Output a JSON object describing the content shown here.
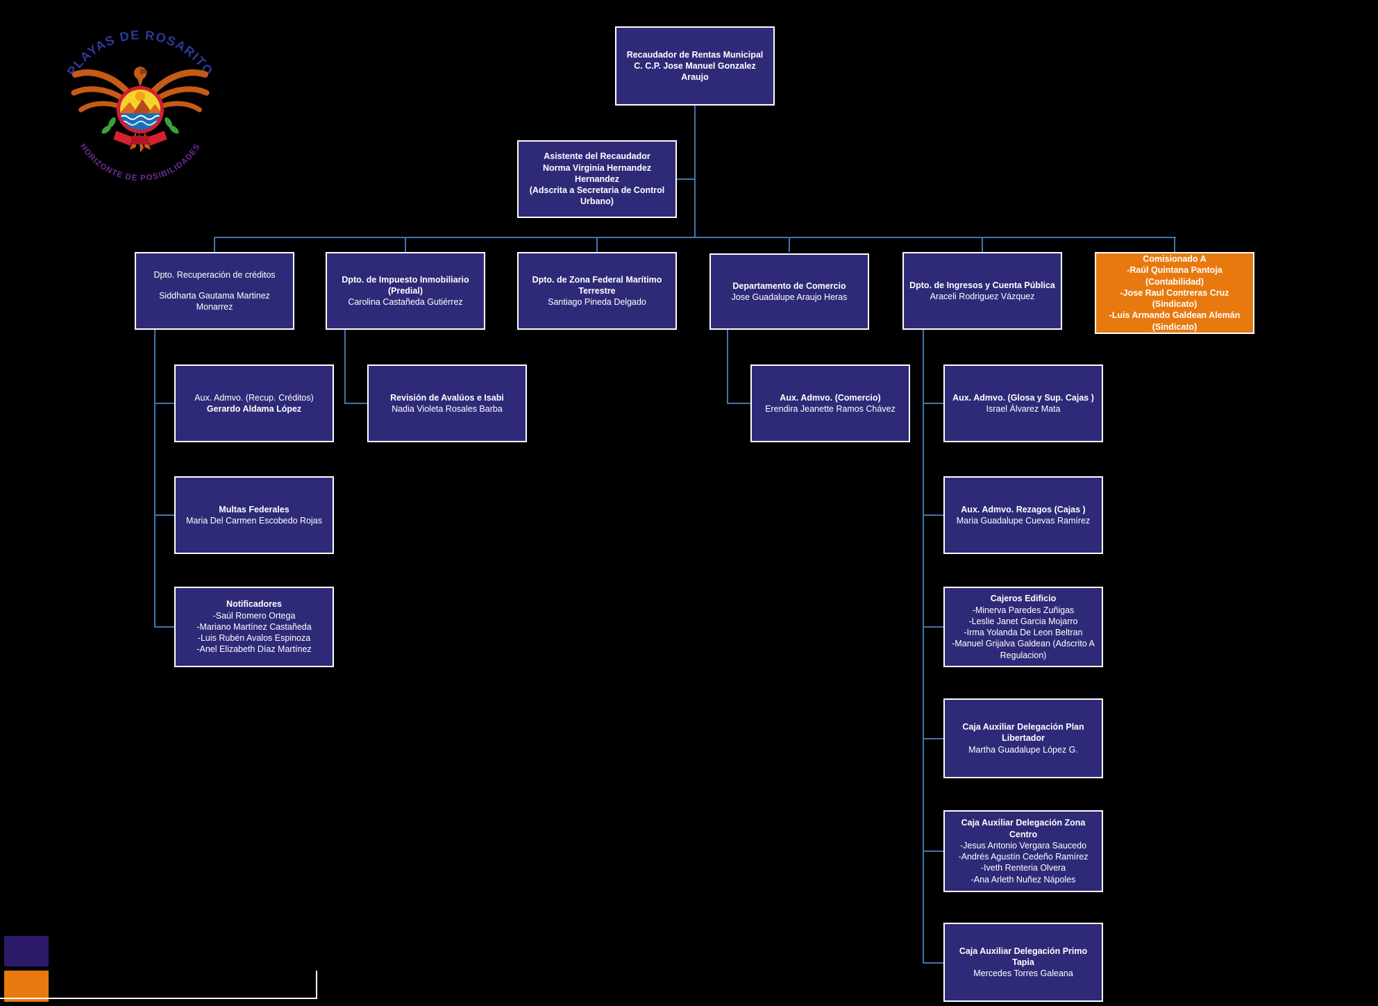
{
  "title": "Organigrama Recaudación de Rentas Municipal",
  "logo": {
    "arc_top": "PLAYAS DE ROSARITO",
    "arc_bottom": "HORIZONTE DE POSIBILIDADES"
  },
  "colors": {
    "background": "#000000",
    "box_fill": "#2e2a78",
    "box_border": "#ffffff",
    "text": "#ffffff",
    "accent_orange": "#e8790f",
    "connector_line": "#3f76ad",
    "legend_navy": "#2d1b69",
    "legend_orange": "#e8790f"
  },
  "nodes": {
    "recaudador": {
      "lines": [
        {
          "text": "Recaudador de Rentas Municipal",
          "bold": true
        },
        {
          "text": "C. C.P. Jose Manuel Gonzalez Araujo",
          "bold": true
        }
      ]
    },
    "asistente": {
      "lines": [
        {
          "text": "Asistente del Recaudador",
          "bold": true
        },
        {
          "text": "Norma Virginia Hernandez Hernandez",
          "bold": true
        },
        {
          "text": "(Adscrita a Secretaria de Control Urbano)",
          "bold": true
        }
      ]
    },
    "recuperacion": {
      "lines": [
        {
          "text": "Dpto. Recuperación de créditos",
          "bold": false
        },
        {
          "text": "Siddharta Gautama Martinez Monarrez",
          "bold": false,
          "gap": true
        }
      ]
    },
    "predial": {
      "lines": [
        {
          "text": "Dpto. de  Impuesto Inmobiliario (Predial)",
          "bold": true
        },
        {
          "text": "Carolina Castañeda Gutiérrez",
          "bold": false
        }
      ]
    },
    "zofemat": {
      "lines": [
        {
          "text": "Dpto. de Zona Federal Marítimo Terrestre",
          "bold": true
        },
        {
          "text": "Santiago Pineda Delgado",
          "bold": false
        }
      ]
    },
    "comercio": {
      "lines": [
        {
          "text": "Departamento de Comercio",
          "bold": true
        },
        {
          "text": "Jose Guadalupe Araujo Heras",
          "bold": false
        }
      ]
    },
    "ingresos": {
      "lines": [
        {
          "text": "Dpto. de  Ingresos y Cuenta Pública",
          "bold": true
        },
        {
          "text": "Araceli Rodriguez Vázquez",
          "bold": false
        }
      ]
    },
    "comisionado": {
      "lines": [
        {
          "text": "Comisionado A",
          "bold": true
        },
        {
          "text": "-Raúl Quintana Pantoja (Contabilidad)",
          "bold": true
        },
        {
          "text": "-Jose Raul Contreras Cruz (Sindicato)",
          "bold": true
        },
        {
          "text": "-Luis Armando Galdean Alemán (Sindicato)",
          "bold": true
        }
      ]
    },
    "aux_recup": {
      "lines": [
        {
          "text": "Aux. Admvo. (Recup. Créditos)",
          "bold": false
        },
        {
          "text": "Gerardo Aldama López",
          "bold": true
        }
      ]
    },
    "multas": {
      "lines": [
        {
          "text": "Multas Federales",
          "bold": true
        },
        {
          "text": "Maria Del Carmen Escobedo Rojas",
          "bold": false
        }
      ]
    },
    "notificadores": {
      "lines": [
        {
          "text": "Notificadores",
          "bold": true
        },
        {
          "text": "-Saúl Romero Ortega",
          "bold": false
        },
        {
          "text": "-Mariano Martínez Castañeda",
          "bold": false
        },
        {
          "text": "-Luis Rubén Avalos Espinoza",
          "bold": false
        },
        {
          "text": "-Anel Elizabeth Díaz Martínez",
          "bold": false
        }
      ]
    },
    "avaluos": {
      "lines": [
        {
          "text": "Revisión de Avalúos e Isabi",
          "bold": true
        },
        {
          "text": "Nadia Violeta Rosales Barba",
          "bold": false
        }
      ]
    },
    "aux_comercio": {
      "lines": [
        {
          "text": "Aux. Admvo. (Comercio)",
          "bold": true
        },
        {
          "text": "Erendira Jeanette Ramos Chávez",
          "bold": false
        }
      ]
    },
    "glosa": {
      "lines": [
        {
          "text": "Aux. Admvo. (Glosa y Sup. Cajas )",
          "bold": true
        },
        {
          "text": "Israel Álvarez Mata",
          "bold": false
        }
      ]
    },
    "rezagos": {
      "lines": [
        {
          "text": "Aux. Admvo. Rezagos (Cajas )",
          "bold": true
        },
        {
          "text": "Maria Guadalupe Cuevas Ramírez",
          "bold": false
        }
      ]
    },
    "cajeros": {
      "lines": [
        {
          "text": "Cajeros Edificio",
          "bold": true
        },
        {
          "text": "-Minerva Paredes Zuñigas",
          "bold": false
        },
        {
          "text": "-Leslie Janet Garcia Mojarro",
          "bold": false
        },
        {
          "text": "-Irma Yolanda De Leon Beltran",
          "bold": false
        },
        {
          "text": "-Manuel Grijalva Galdean (Adscrito A Regulacion)",
          "bold": false
        }
      ]
    },
    "plan_libertador": {
      "lines": [
        {
          "text": "Caja Auxiliar  Delegación Plan Libertador",
          "bold": true
        },
        {
          "text": "Martha Guadalupe López G.",
          "bold": false
        }
      ]
    },
    "zona_centro": {
      "lines": [
        {
          "text": "Caja Auxiliar Delegación Zona Centro",
          "bold": true
        },
        {
          "text": "-Jesus Antonio Vergara Saucedo",
          "bold": false
        },
        {
          "text": "-Andrés Agustín Cedeño Ramírez",
          "bold": false
        },
        {
          "text": "-Iveth Renteria Olvera",
          "bold": false
        },
        {
          "text": "-Ana Arleth Nuñez Nápoles",
          "bold": false
        }
      ]
    },
    "primo_tapia": {
      "lines": [
        {
          "text": "Caja Auxiliar Delegación Primo Tapia",
          "bold": true
        },
        {
          "text": "Mercedes Torres Galeana",
          "bold": false
        }
      ]
    }
  }
}
